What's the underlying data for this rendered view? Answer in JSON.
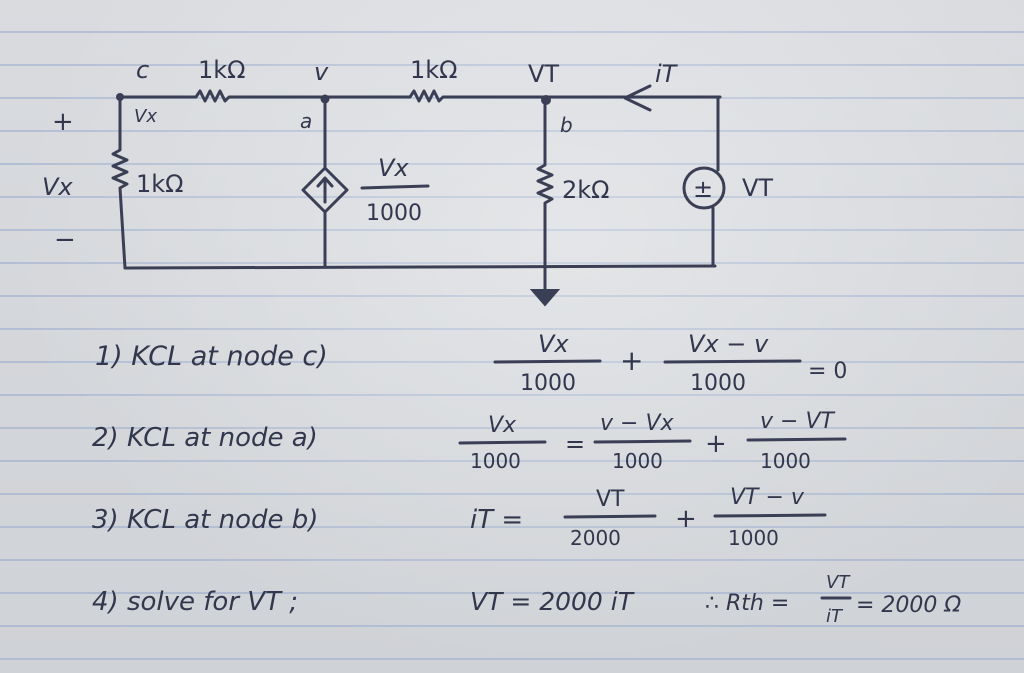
{
  "circuit": {
    "labels": {
      "node_c": "c",
      "r1": "1kΩ",
      "node_v_top": "v",
      "r2": "1kΩ",
      "node_vt_top": "VT",
      "current_it": "iT",
      "plus": "+",
      "vx_left": "Vx",
      "minus": "−",
      "vx_inner": "Vx",
      "r3": "1kΩ",
      "node_a": "a",
      "node_b": "b",
      "dep_num": "Vx",
      "dep_den": "1000",
      "r4": "2kΩ",
      "source_symbol": "±",
      "source_label": "VT"
    }
  },
  "equations": {
    "eq1": {
      "prefix": "1) KCL at node c)",
      "t1_num": "Vx",
      "t1_den": "1000",
      "op1": "+",
      "t2_num": "Vx − v",
      "t2_den": "1000",
      "tail": "= 0"
    },
    "eq2": {
      "prefix": "2) KCL at node a)",
      "t1_num": "Vx",
      "t1_den": "1000",
      "eq": "=",
      "t2_num": "v − Vx",
      "t2_den": "1000",
      "op": "+",
      "t3_num": "v − VT",
      "t3_den": "1000"
    },
    "eq3": {
      "prefix": "3) KCL at node b)",
      "lhs": "iT =",
      "t1_num": "VT",
      "t1_den": "2000",
      "op": "+",
      "t2_num": "VT − v",
      "t2_den": "1000"
    },
    "eq4": {
      "prefix": "4) solve for VT ;",
      "result": "VT = 2000 iT",
      "therefore": "∴ Rth =",
      "frac_num": "VT",
      "frac_den": "iT",
      "value": "= 2000 Ω"
    }
  }
}
